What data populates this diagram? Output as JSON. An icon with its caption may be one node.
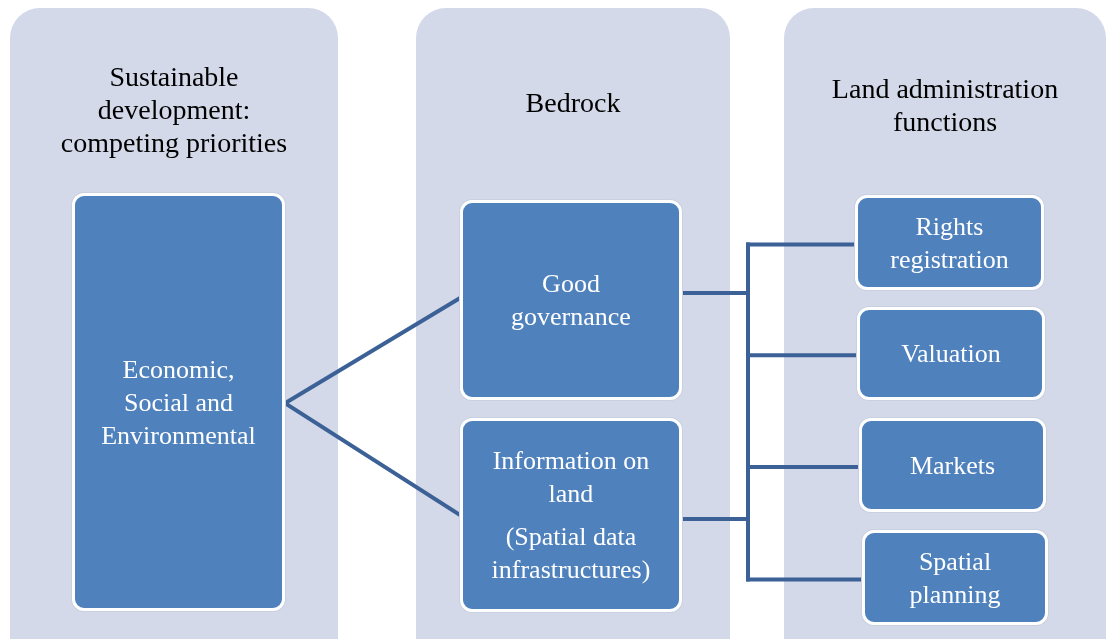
{
  "diagram": {
    "nodes": [
      {
        "text": [
          "Sustainable development: competing priorities"
        ]
      },
      {
        "text": [
          "Economic, Social and Environmental"
        ],
        "in": 0
      },
      {
        "text": [
          "Bedrock"
        ]
      },
      {
        "text": [
          "Good governance"
        ],
        "in": 2
      },
      {
        "text": [
          "Information on land",
          "(Spatial data infrastructures)"
        ],
        "in": 2
      },
      {
        "text": [
          "Land administration functions"
        ]
      },
      {
        "text": [
          "Rights registration"
        ],
        "in": 5
      },
      {
        "text": [
          "Valuation"
        ],
        "in": 5
      },
      {
        "text": [
          "Markets"
        ],
        "in": 5
      },
      {
        "text": [
          "Spatial planning"
        ],
        "in": 5
      }
    ],
    "edges": [
      {
        "from": 1,
        "to": 3,
        "arrow": "none"
      },
      {
        "from": 1,
        "to": 4,
        "arrow": "none"
      },
      {
        "from": 3,
        "to": 6,
        "arrow": "none"
      },
      {
        "from": 3,
        "to": 7,
        "arrow": "none"
      },
      {
        "from": 3,
        "to": 8,
        "arrow": "none"
      },
      {
        "from": 3,
        "to": 9,
        "arrow": "none"
      },
      {
        "from": 4,
        "to": 6,
        "arrow": "none"
      },
      {
        "from": 4,
        "to": 7,
        "arrow": "none"
      },
      {
        "from": 4,
        "to": 8,
        "arrow": "none"
      },
      {
        "from": 4,
        "to": 9,
        "arrow": "none"
      }
    ]
  }
}
